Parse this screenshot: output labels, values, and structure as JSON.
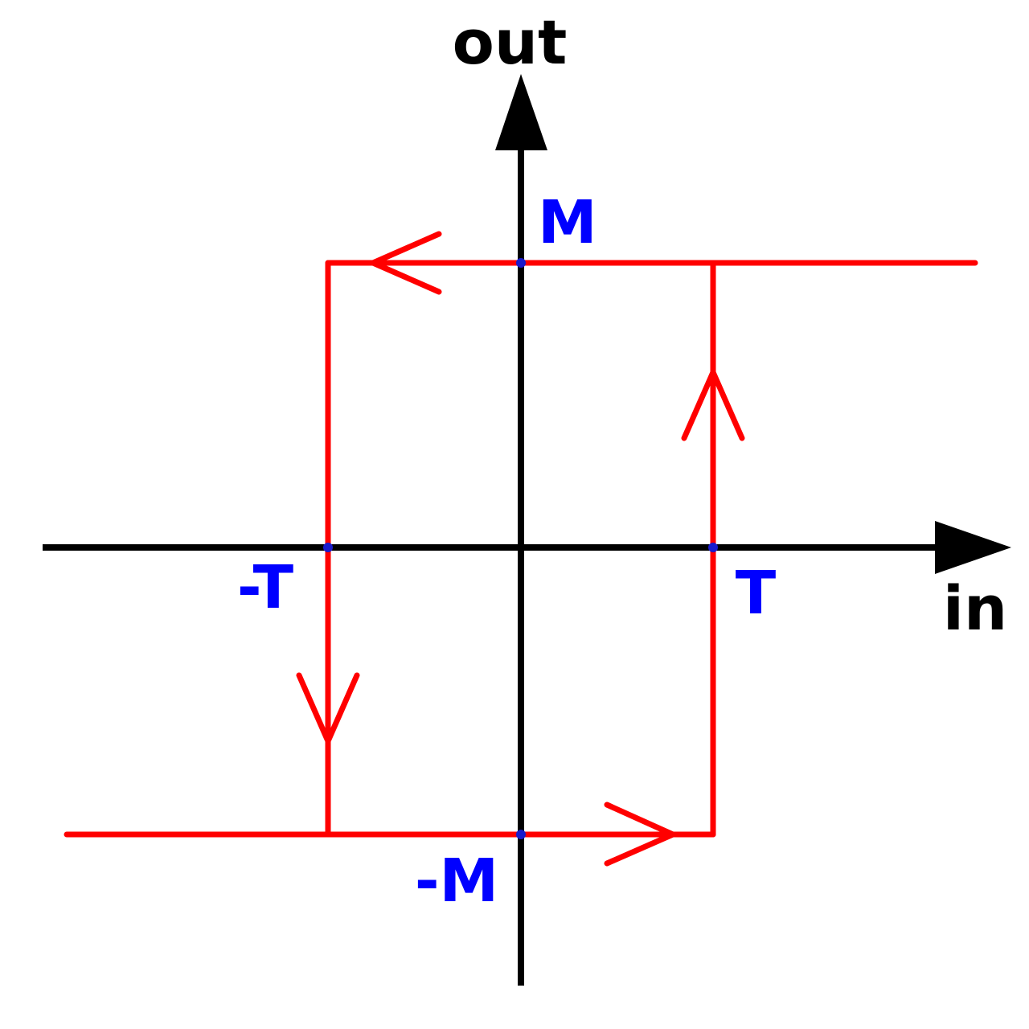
{
  "axes": {
    "x_label": "in",
    "y_label": "out"
  },
  "points": {
    "top": "M",
    "bottom": "-M",
    "right": "T",
    "left": "-T"
  },
  "colors": {
    "axis": "#000000",
    "loop": "#ff0000",
    "point_label": "#0000ff"
  }
}
